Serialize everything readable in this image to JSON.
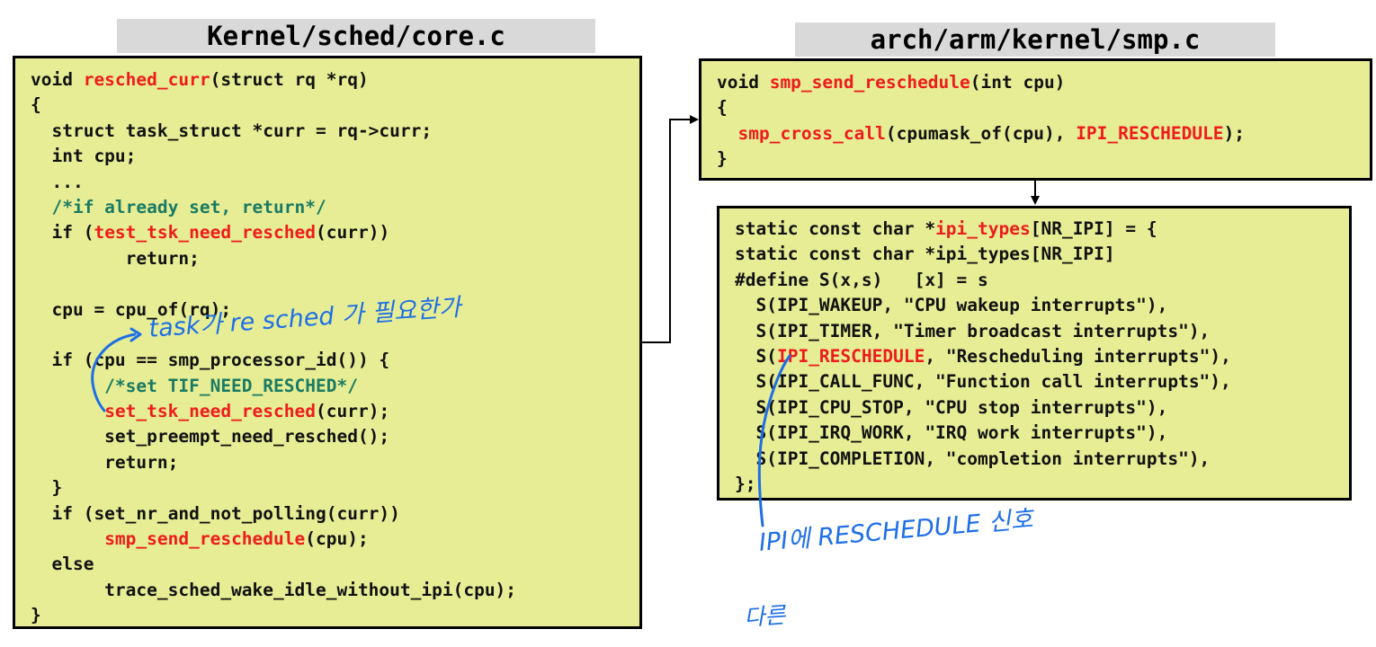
{
  "titles": {
    "core_file": "Kernel/sched/core.c",
    "smp_file": "arch/arm/kernel/smp.c"
  },
  "code_blocks": {
    "resched_curr": [
      [
        {
          "t": "void ",
          "c": "plain"
        },
        {
          "t": "resched_curr",
          "c": "red"
        },
        {
          "t": "(struct rq *rq)",
          "c": "plain"
        }
      ],
      [
        {
          "t": "{",
          "c": "plain"
        }
      ],
      [
        {
          "t": "  struct task_struct *curr = rq->curr;",
          "c": "plain"
        }
      ],
      [
        {
          "t": "  int cpu;",
          "c": "plain"
        }
      ],
      [
        {
          "t": "  ...",
          "c": "plain"
        }
      ],
      [
        {
          "t": "  /*if already set, return*/",
          "c": "green"
        }
      ],
      [
        {
          "t": "  if (",
          "c": "plain"
        },
        {
          "t": "test_tsk_need_resched",
          "c": "red"
        },
        {
          "t": "(curr))",
          "c": "plain"
        }
      ],
      [
        {
          "t": "         return;",
          "c": "plain"
        }
      ],
      [
        {
          "t": "",
          "c": "plain"
        }
      ],
      [
        {
          "t": "  cpu = cpu_of(rq);",
          "c": "plain"
        }
      ],
      [
        {
          "t": "",
          "c": "plain"
        }
      ],
      [
        {
          "t": "  if (cpu == smp_processor_id()) {",
          "c": "plain"
        }
      ],
      [
        {
          "t": "       /*set TIF_NEED_RESCHED*/",
          "c": "green"
        }
      ],
      [
        {
          "t": "       ",
          "c": "plain"
        },
        {
          "t": "set_tsk_need_resched",
          "c": "red"
        },
        {
          "t": "(curr);",
          "c": "plain"
        }
      ],
      [
        {
          "t": "       set_preempt_need_resched();",
          "c": "plain"
        }
      ],
      [
        {
          "t": "       return;",
          "c": "plain"
        }
      ],
      [
        {
          "t": "  }",
          "c": "plain"
        }
      ],
      [
        {
          "t": "  if (set_nr_and_not_polling(curr))",
          "c": "plain"
        }
      ],
      [
        {
          "t": "       ",
          "c": "plain"
        },
        {
          "t": "smp_send_reschedule",
          "c": "red"
        },
        {
          "t": "(cpu);",
          "c": "plain"
        }
      ],
      [
        {
          "t": "  else",
          "c": "plain"
        }
      ],
      [
        {
          "t": "       trace_sched_wake_idle_without_ipi(cpu);",
          "c": "plain"
        }
      ],
      [
        {
          "t": "}",
          "c": "plain"
        }
      ]
    ],
    "smp_send_reschedule": [
      [
        {
          "t": "void ",
          "c": "plain"
        },
        {
          "t": "smp_send_reschedule",
          "c": "red"
        },
        {
          "t": "(int cpu)",
          "c": "plain"
        }
      ],
      [
        {
          "t": "{",
          "c": "plain"
        }
      ],
      [
        {
          "t": "  ",
          "c": "plain"
        },
        {
          "t": "smp_cross_call",
          "c": "red"
        },
        {
          "t": "(cpumask_of(cpu), ",
          "c": "plain"
        },
        {
          "t": "IPI_RESCHEDULE",
          "c": "red"
        },
        {
          "t": ");",
          "c": "plain"
        }
      ],
      [
        {
          "t": "}",
          "c": "plain"
        }
      ]
    ],
    "ipi_types": [
      [
        {
          "t": "static const char *",
          "c": "plain"
        },
        {
          "t": "ipi_types",
          "c": "red"
        },
        {
          "t": "[NR_IPI] = {",
          "c": "plain"
        }
      ],
      [
        {
          "t": "static const char *ipi_types[NR_IPI]",
          "c": "plain"
        }
      ],
      [
        {
          "t": "#define S(x,s)   [x] = s",
          "c": "plain"
        }
      ],
      [
        {
          "t": "  S(IPI_WAKEUP, \"CPU wakeup interrupts\"),",
          "c": "plain"
        }
      ],
      [
        {
          "t": "  S(IPI_TIMER, \"Timer broadcast interrupts\"),",
          "c": "plain"
        }
      ],
      [
        {
          "t": "  S(",
          "c": "plain"
        },
        {
          "t": "IPI_RESCHEDULE",
          "c": "red"
        },
        {
          "t": ", \"Rescheduling interrupts\"),",
          "c": "plain"
        }
      ],
      [
        {
          "t": "  S(IPI_CALL_FUNC, \"Function call interrupts\"),",
          "c": "plain"
        }
      ],
      [
        {
          "t": "  S(IPI_CPU_STOP, \"CPU stop interrupts\"),",
          "c": "plain"
        }
      ],
      [
        {
          "t": "  S(IPI_IRQ_WORK, \"IRQ work interrupts\"),",
          "c": "plain"
        }
      ],
      [
        {
          "t": "  S(IPI_COMPLETION, \"completion interrupts\"),",
          "c": "plain"
        }
      ],
      [
        {
          "t": "};",
          "c": "plain"
        }
      ]
    ]
  },
  "annotations": {
    "task_note": "task가 re sched 가 필요한가",
    "ipi_note": "IPI에 RESCHEDULE 신호",
    "other_note": "다른"
  },
  "colors": {
    "box_fill": "#e6ed94",
    "title_fill": "#d9d9d9",
    "highlight_red": "#ee1c1c",
    "comment_green": "#1a7a64",
    "handwriting_blue": "#1e6fe6"
  }
}
